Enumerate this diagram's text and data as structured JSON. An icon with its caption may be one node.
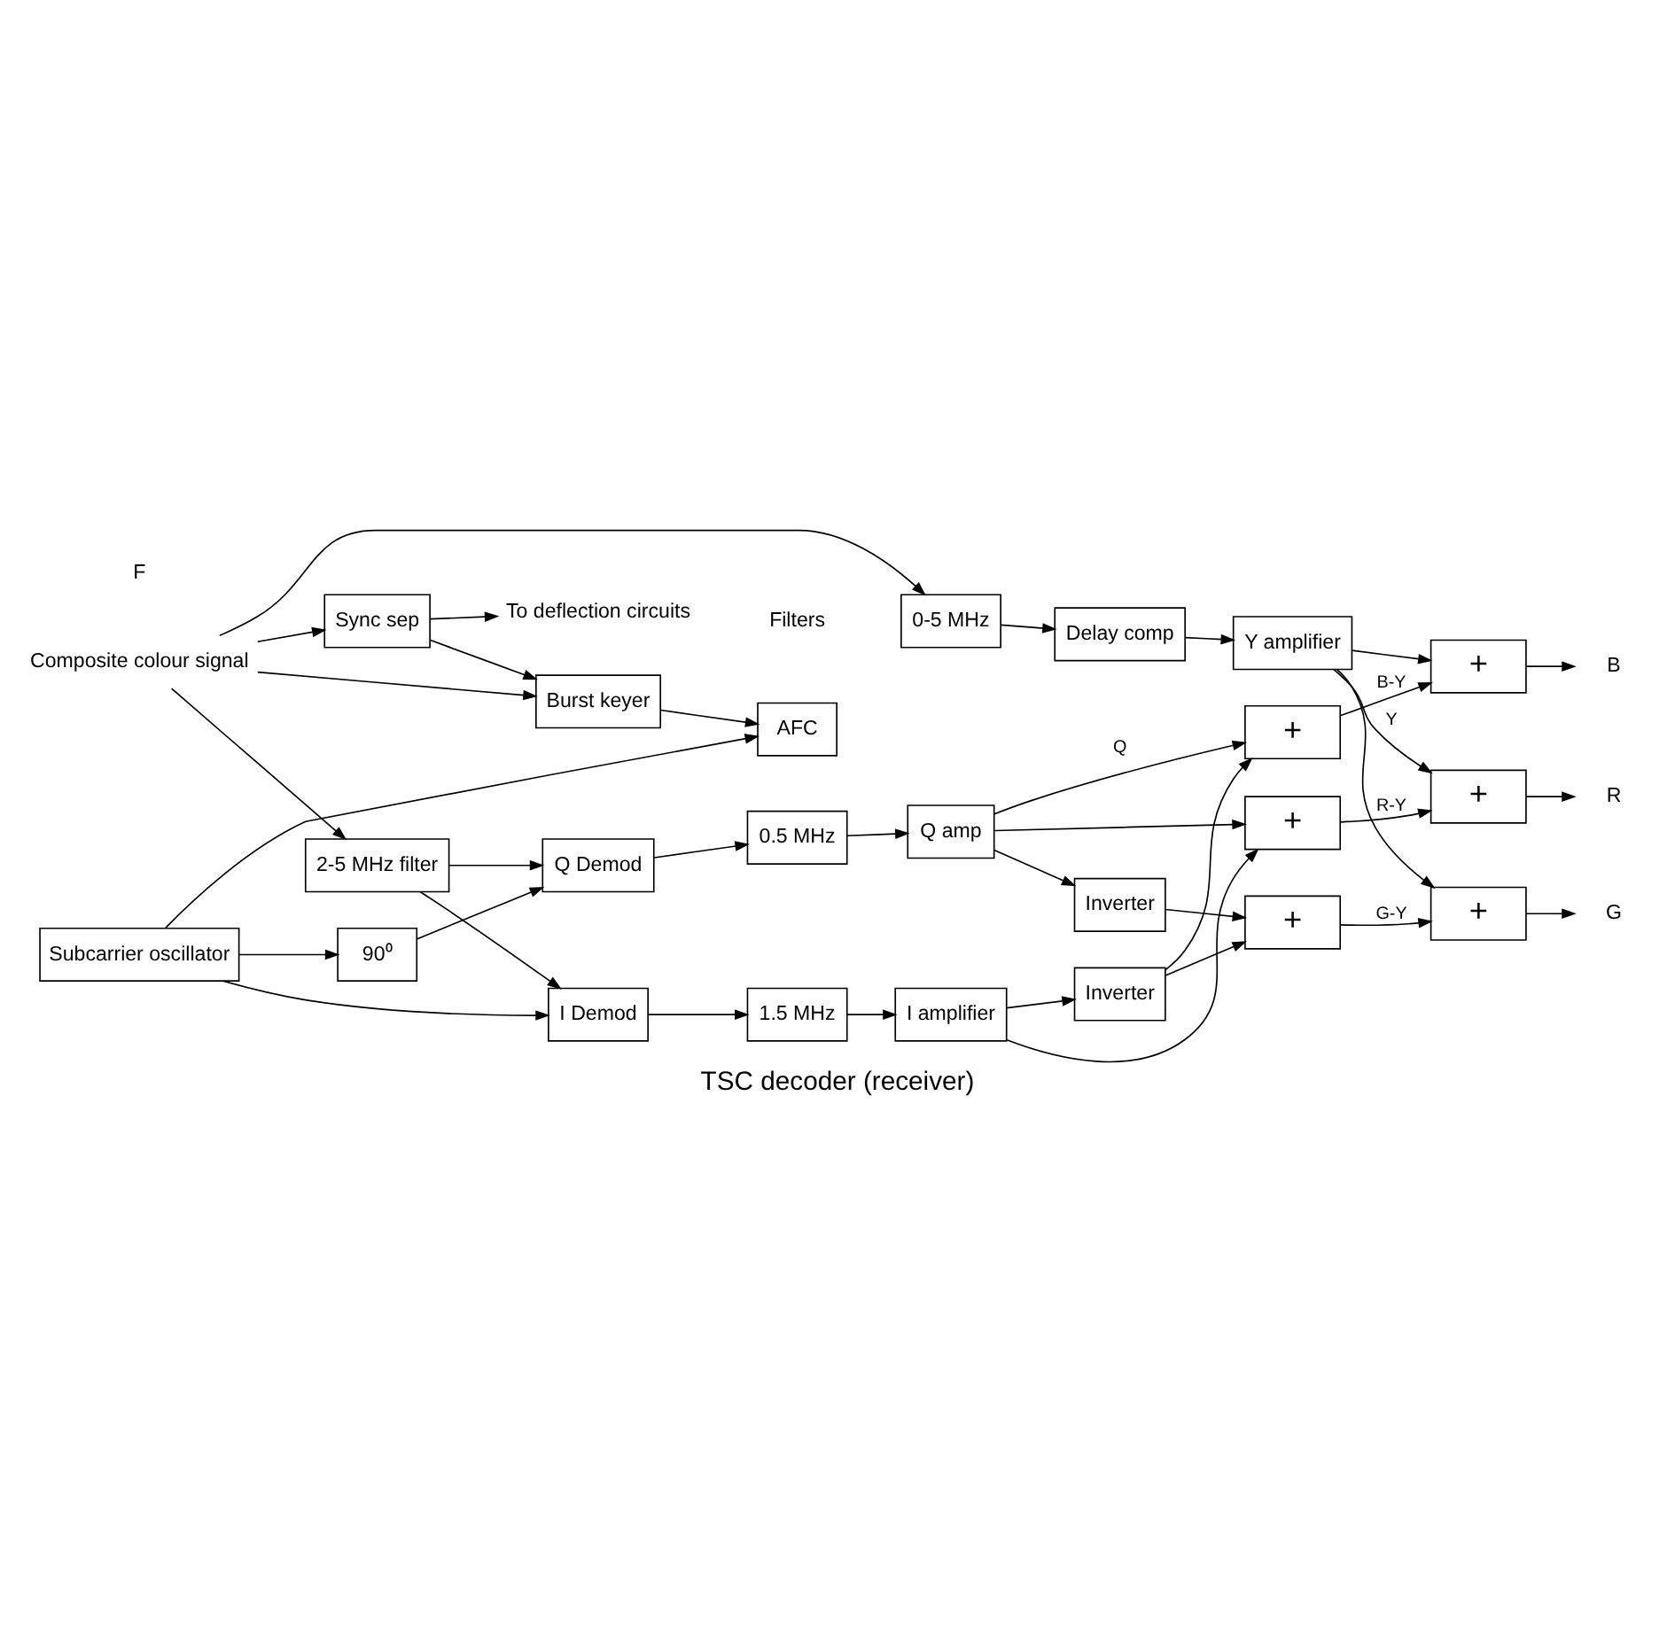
{
  "diagram": {
    "caption": "TSC decoder (receiver)",
    "nodes": [
      {
        "text": [
          "Composite colour signal"
        ]
      },
      {
        "text": [
          "2-5 MHz filter"
        ]
      },
      {
        "text": [
          "0-5 MHz"
        ]
      },
      {
        "text": [
          "Delay comp"
        ]
      },
      {
        "text": [
          "Y amplifier"
        ]
      },
      {
        "text": [
          "I Demod"
        ]
      },
      {
        "text": [
          "1.5 MHz"
        ]
      },
      {
        "text": [
          "I amplifier"
        ]
      },
      {
        "text": [
          "90⁰"
        ]
      },
      {
        "text": [
          "Q Demod"
        ]
      },
      {
        "text": [
          "0.5 MHz"
        ]
      },
      {
        "text": [
          "Q amp"
        ]
      },
      {
        "text": [
          "Inverter"
        ]
      },
      {
        "text": [
          "Inverter"
        ]
      },
      {
        "text": [
          "+"
        ]
      },
      {
        "text": [
          "+"
        ]
      },
      {
        "text": [
          "+"
        ]
      },
      {
        "text": [
          "+"
        ]
      },
      {
        "text": [
          "+"
        ]
      },
      {
        "text": [
          "+"
        ]
      },
      {
        "text": [
          "R"
        ]
      },
      {
        "text": [
          "G"
        ]
      },
      {
        "text": [
          "B"
        ]
      },
      {
        "text": [
          "Burst keyer"
        ]
      },
      {
        "text": [
          "AFC"
        ]
      },
      {
        "text": [
          "Sync sep"
        ]
      },
      {
        "text": [
          "Subcarrier oscillator"
        ]
      },
      {
        "text": [
          "To deflection circuits"
        ]
      }
    ],
    "edges": [
      {
        "from": 0,
        "to": 1,
        "arrow": "to"
      },
      {
        "from": 0,
        "to": 2,
        "arrow": "to"
      },
      {
        "from": 0,
        "to": 25,
        "arrow": "to"
      },
      {
        "from": 0,
        "to": 23,
        "arrow": "to"
      },
      {
        "from": 2,
        "to": 3,
        "arrow": "to"
      },
      {
        "from": 3,
        "to": 4,
        "arrow": "to"
      },
      {
        "from": 1,
        "to": 5,
        "arrow": "to"
      },
      {
        "from": 1,
        "to": 9,
        "arrow": "to"
      },
      {
        "from": 5,
        "to": 6,
        "arrow": "to"
      },
      {
        "from": 6,
        "to": 7,
        "arrow": "to"
      },
      {
        "from": 26,
        "to": 5,
        "arrow": "to"
      },
      {
        "from": 26,
        "to": 8,
        "arrow": "to"
      },
      {
        "from": 26,
        "to": 24,
        "arrow": "to"
      },
      {
        "from": 8,
        "to": 9,
        "arrow": "to"
      },
      {
        "from": 9,
        "to": 10,
        "arrow": "to"
      },
      {
        "from": 10,
        "to": 11,
        "arrow": "to"
      },
      {
        "from": 7,
        "to": 14,
        "arrow": "to"
      },
      {
        "from": 7,
        "to": 12,
        "arrow": "to"
      },
      {
        "from": 11,
        "to": 14,
        "arrow": "to"
      },
      {
        "from": 11,
        "to": 13,
        "arrow": "to"
      },
      {
        "from": 11,
        "to": 16,
        "arrow": "to",
        "label": "Q"
      },
      {
        "from": 12,
        "to": 15,
        "arrow": "to"
      },
      {
        "from": 12,
        "to": 16,
        "arrow": "to"
      },
      {
        "from": 13,
        "to": 15,
        "arrow": "to"
      },
      {
        "from": 4,
        "to": 17,
        "arrow": "to",
        "label": "Y"
      },
      {
        "from": 4,
        "to": 18,
        "arrow": "to"
      },
      {
        "from": 4,
        "to": 19,
        "arrow": "to"
      },
      {
        "from": 14,
        "to": 17,
        "arrow": "to",
        "label": "R-Y"
      },
      {
        "from": 15,
        "to": 18,
        "arrow": "to",
        "label": "G-Y"
      },
      {
        "from": 16,
        "to": 19,
        "arrow": "to",
        "label": "B-Y"
      },
      {
        "from": 17,
        "to": 20,
        "arrow": "to"
      },
      {
        "from": 18,
        "to": 21,
        "arrow": "to"
      },
      {
        "from": 19,
        "to": 22,
        "arrow": "to"
      },
      {
        "from": 25,
        "to": 23,
        "arrow": "to"
      },
      {
        "from": 23,
        "to": 24,
        "arrow": "to"
      },
      {
        "from": 25,
        "to": 27,
        "arrow": "to"
      }
    ],
    "labels": [
      "Filters",
      "F"
    ]
  }
}
